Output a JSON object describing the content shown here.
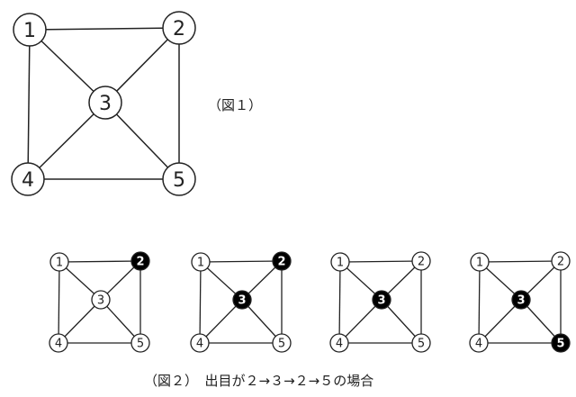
{
  "figure1": {
    "caption": "（図１）",
    "nodes": [
      {
        "id": "1",
        "label": "1",
        "filled": false
      },
      {
        "id": "2",
        "label": "2",
        "filled": false
      },
      {
        "id": "3",
        "label": "3",
        "filled": false
      },
      {
        "id": "4",
        "label": "4",
        "filled": false
      },
      {
        "id": "5",
        "label": "5",
        "filled": false
      }
    ],
    "edges": [
      [
        "1",
        "2"
      ],
      [
        "2",
        "5"
      ],
      [
        "5",
        "4"
      ],
      [
        "4",
        "1"
      ],
      [
        "1",
        "3"
      ],
      [
        "2",
        "3"
      ],
      [
        "4",
        "3"
      ],
      [
        "5",
        "3"
      ]
    ]
  },
  "figure2": {
    "caption": "（図２）　出目が２→３→２→５の場合",
    "panels": [
      {
        "filled": [
          "2"
        ]
      },
      {
        "filled": [
          "2",
          "3"
        ]
      },
      {
        "filled": [
          "3"
        ]
      },
      {
        "filled": [
          "3",
          "5"
        ]
      }
    ]
  },
  "colors": {
    "line": "#222222",
    "fill": "#000000",
    "empty": "#ffffff"
  }
}
